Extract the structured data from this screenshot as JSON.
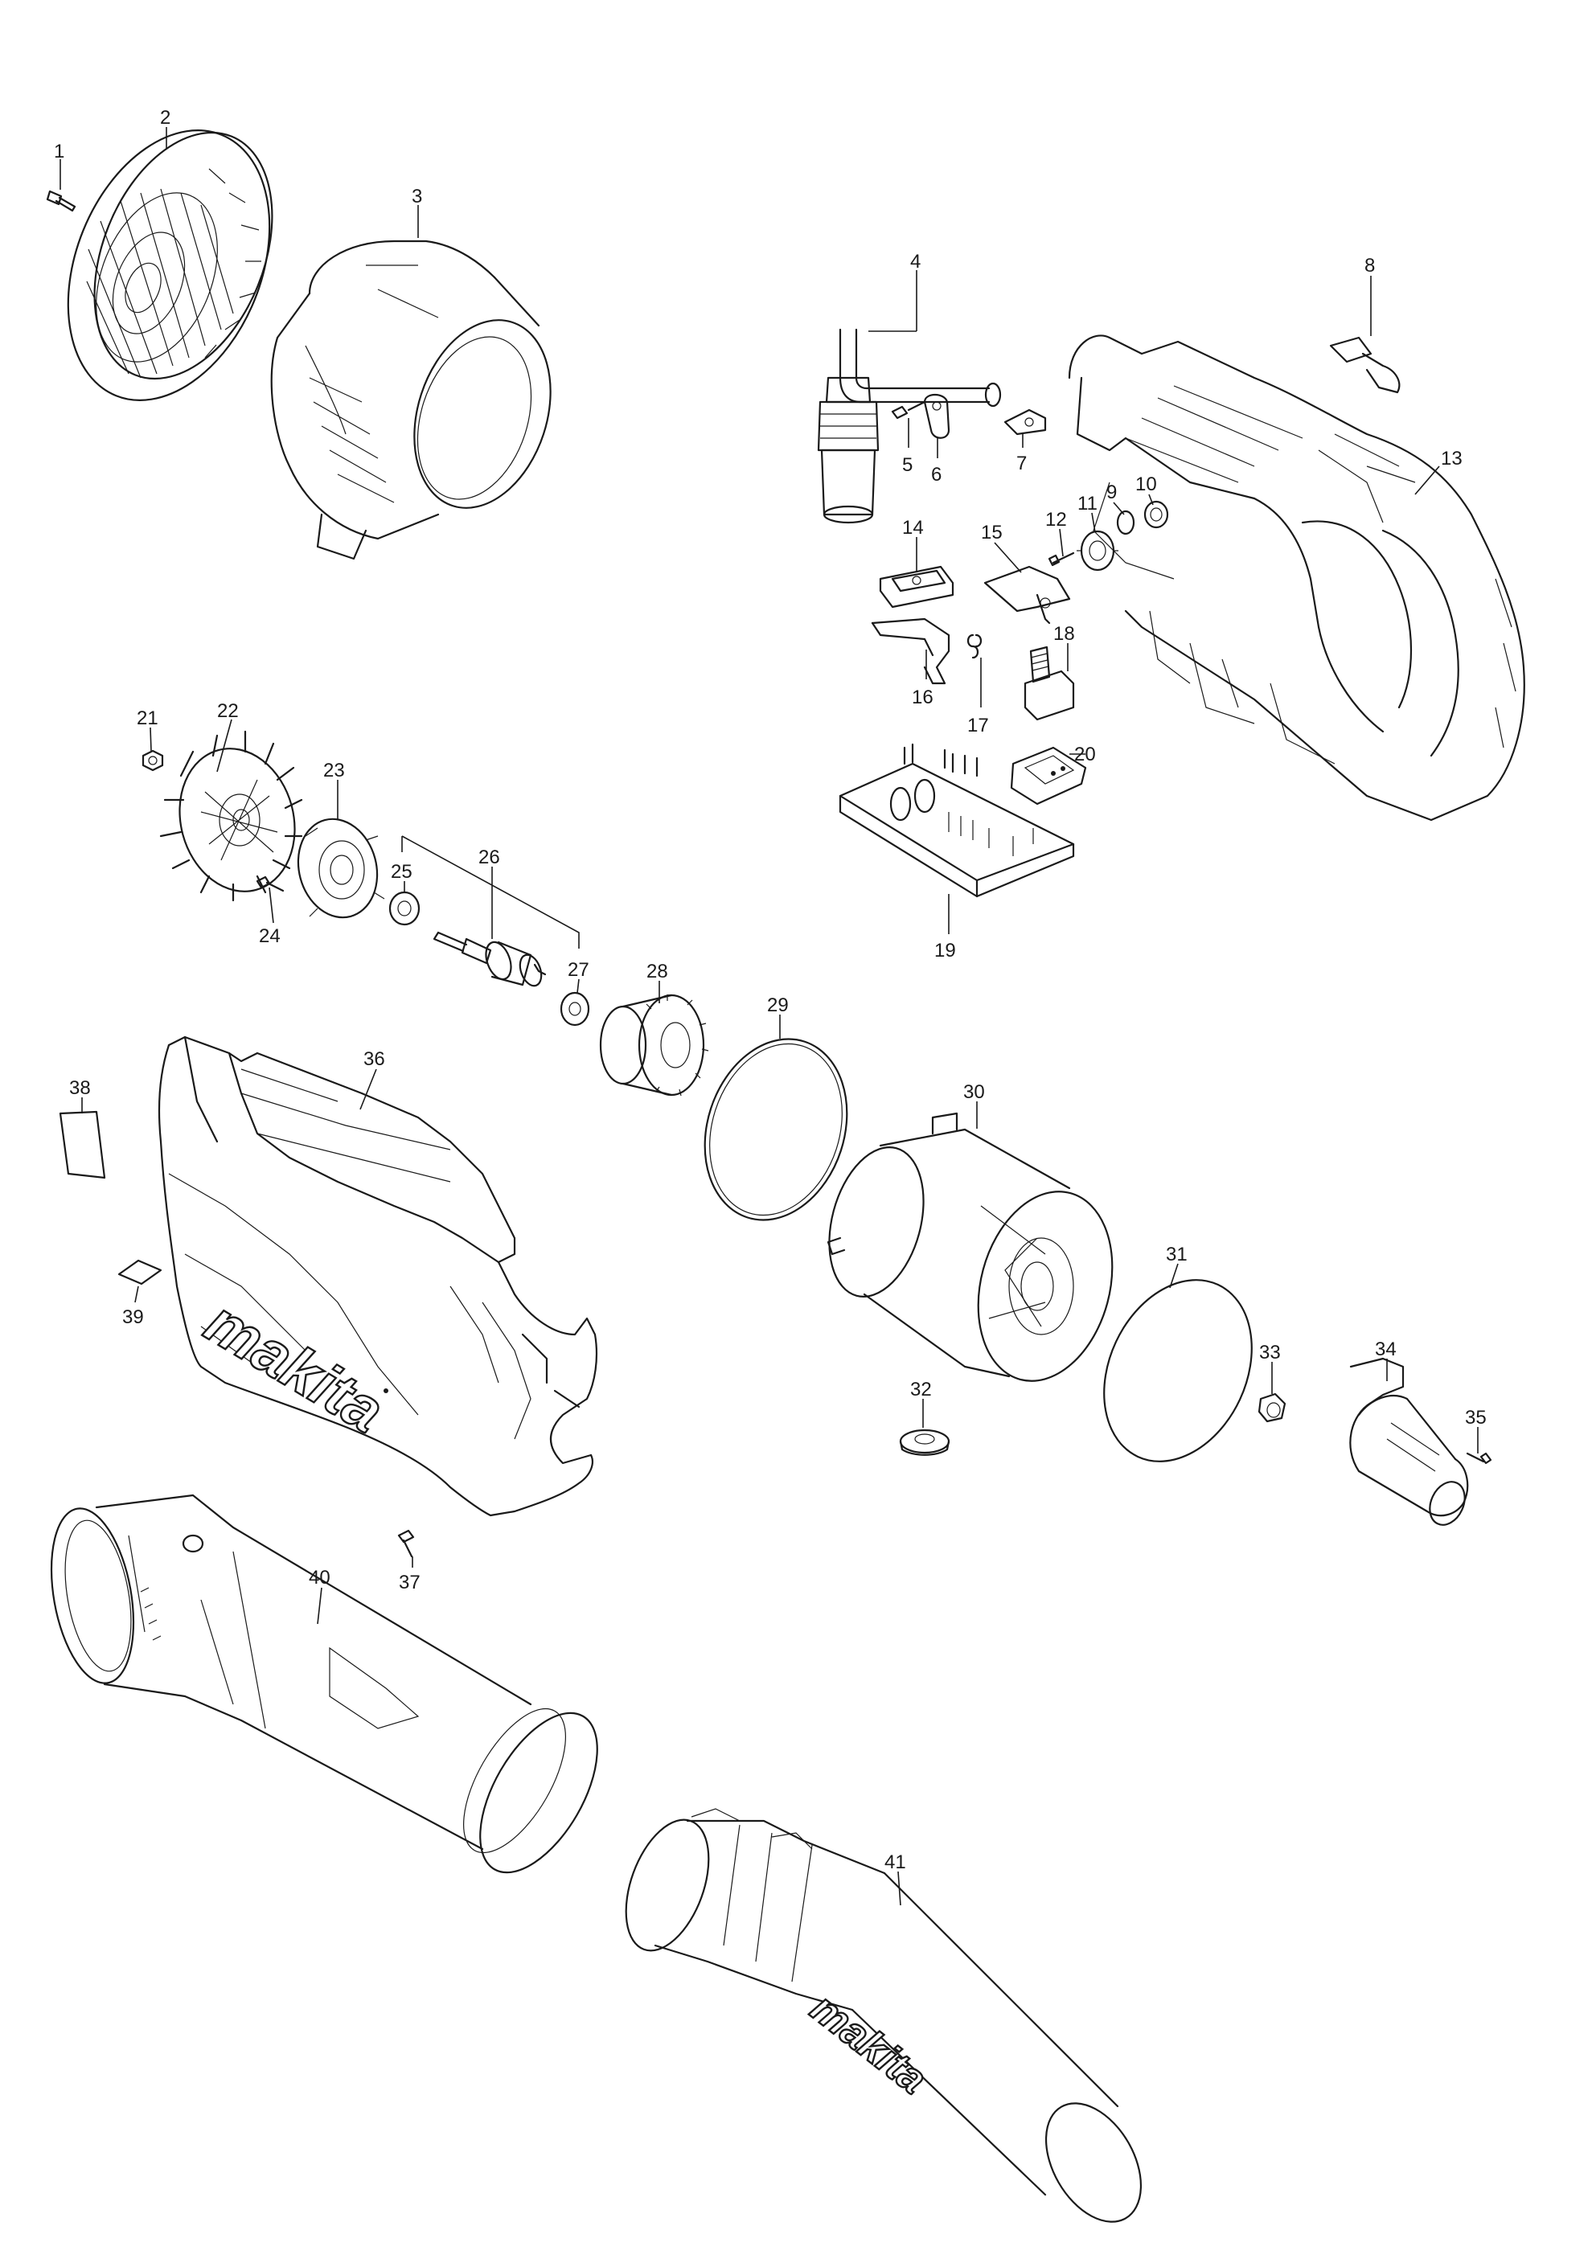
{
  "brand_logo": "makita",
  "part_numbers": [
    "1",
    "2",
    "3",
    "4",
    "5",
    "6",
    "7",
    "8",
    "9",
    "10",
    "11",
    "12",
    "13",
    "14",
    "15",
    "16",
    "17",
    "18",
    "19",
    "20",
    "21",
    "22",
    "23",
    "24",
    "25",
    "26",
    "27",
    "28",
    "29",
    "30",
    "31",
    "32",
    "33",
    "34",
    "35",
    "36",
    "37",
    "38",
    "39",
    "40",
    "41"
  ]
}
